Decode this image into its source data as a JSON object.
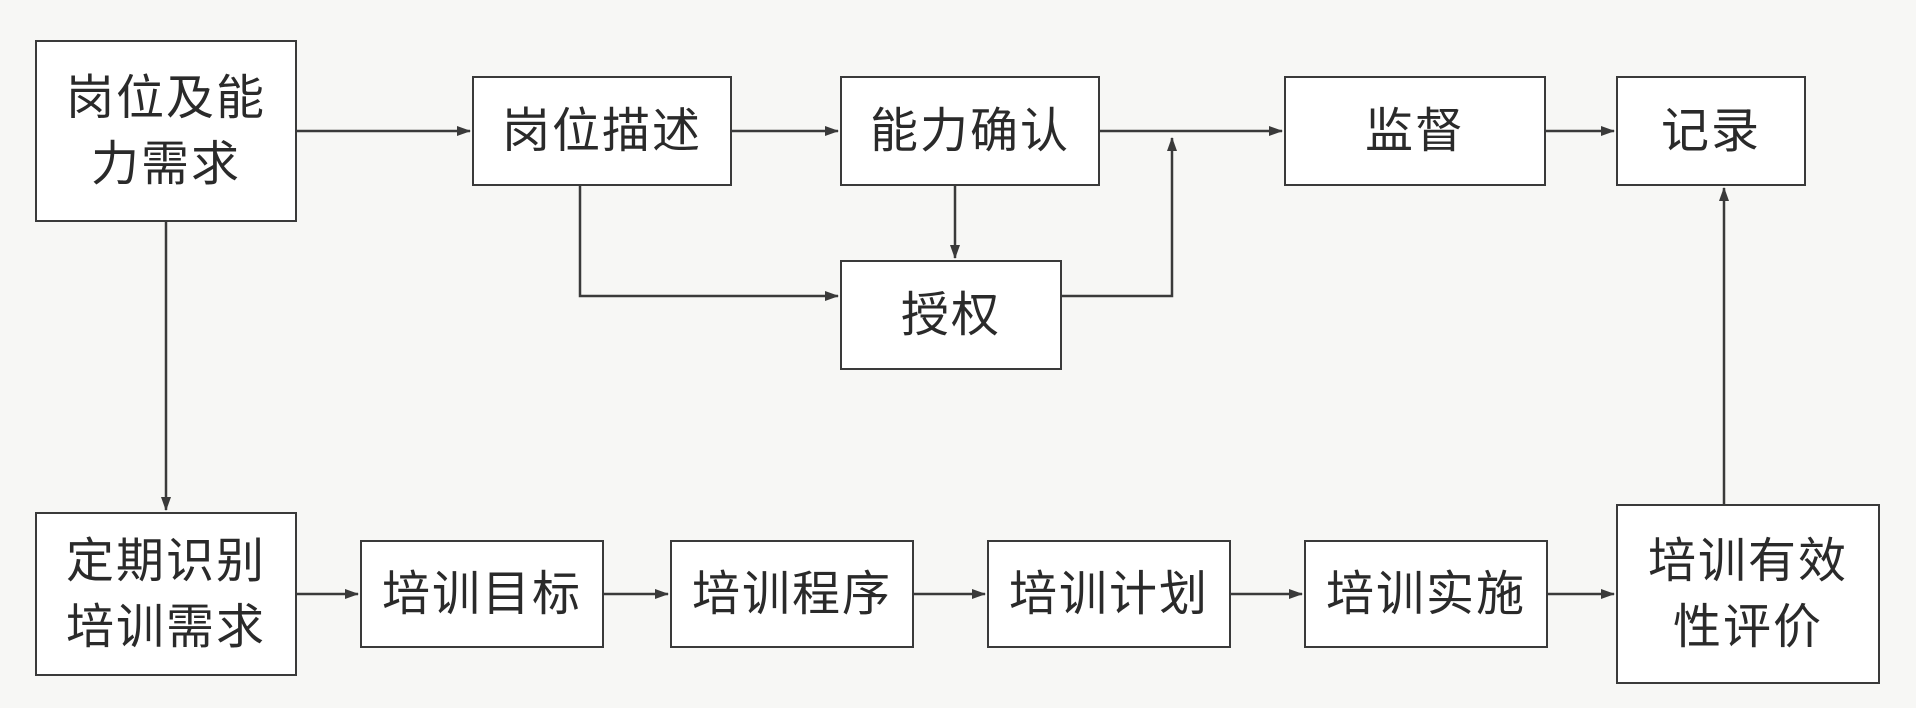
{
  "nodes": {
    "job_competency_requirements": [
      "岗位及能",
      "力需求"
    ],
    "job_description": "岗位描述",
    "competency_confirmation": "能力确认",
    "authorization": "授权",
    "supervision": "监督",
    "record": "记录",
    "periodic_training_needs": [
      "定期识别",
      "培训需求"
    ],
    "training_objectives": "培训目标",
    "training_procedure": "培训程序",
    "training_plan": "培训计划",
    "training_implementation": "培训实施",
    "training_effectiveness_evaluation": [
      "培训有效",
      "性评价"
    ]
  },
  "colors": {
    "line": "#3a3a3a",
    "box_border": "#3a3a3a",
    "background": "#f7f7f5"
  }
}
